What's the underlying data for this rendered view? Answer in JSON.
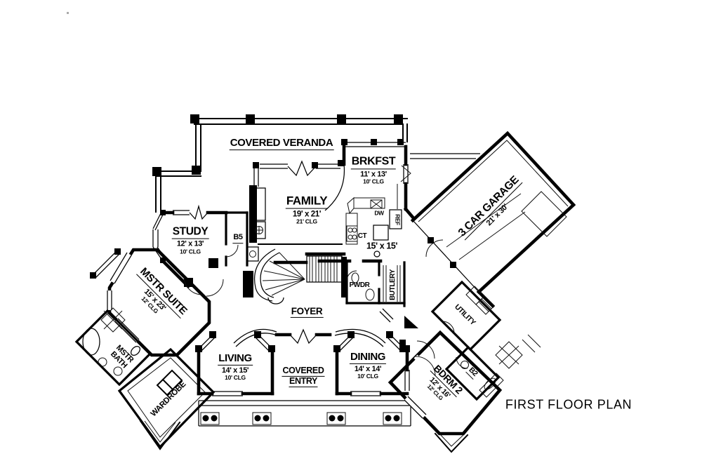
{
  "title": "FIRST FLOOR PLAN",
  "rooms": {
    "veranda": {
      "name": "COVERED VERANDA"
    },
    "brkfst": {
      "name": "BRKFST",
      "dims": "11' x 13'",
      "clg": "10' CLG"
    },
    "family": {
      "name": "FAMILY",
      "dims": "19' x 21'",
      "clg": "21' CLG"
    },
    "study": {
      "name": "STUDY",
      "dims": "12' x 13'",
      "clg": "10' CLG"
    },
    "garage": {
      "name": "3 CAR GARAGE",
      "dims": "21' x 30'"
    },
    "kitchen": {
      "dims": "15' x 15'"
    },
    "mstr_suite": {
      "name": "MSTR SUITE",
      "dims": "15' x 23'",
      "clg": "12' CLG"
    },
    "foyer": {
      "name": "FOYER"
    },
    "pwdr": {
      "name": "PWDR"
    },
    "butlery": {
      "name": "BUTLERY"
    },
    "mstr_bath": {
      "line1": "MSTR",
      "line2": "BATH"
    },
    "wardrobe": {
      "name": "WARDROBE"
    },
    "living": {
      "name": "LIVING",
      "dims": "14' x 15'",
      "clg": "10' CLG"
    },
    "entry": {
      "line1": "COVERED",
      "line2": "ENTRY"
    },
    "dining": {
      "name": "DINING",
      "dims": "14' x 14'",
      "clg": "10' CLG"
    },
    "bdrm2": {
      "name": "BDRM 2",
      "dims": "12' x 16'",
      "clg": "12' CLG"
    },
    "utility": {
      "name": "UTILITY"
    },
    "b2": {
      "name": "B2"
    },
    "b5": {
      "name": "B5"
    }
  },
  "appliances": {
    "dw": "DW",
    "ct": "CT",
    "ref": "REF"
  },
  "colors": {
    "ink": "#000000",
    "paper": "#ffffff"
  }
}
